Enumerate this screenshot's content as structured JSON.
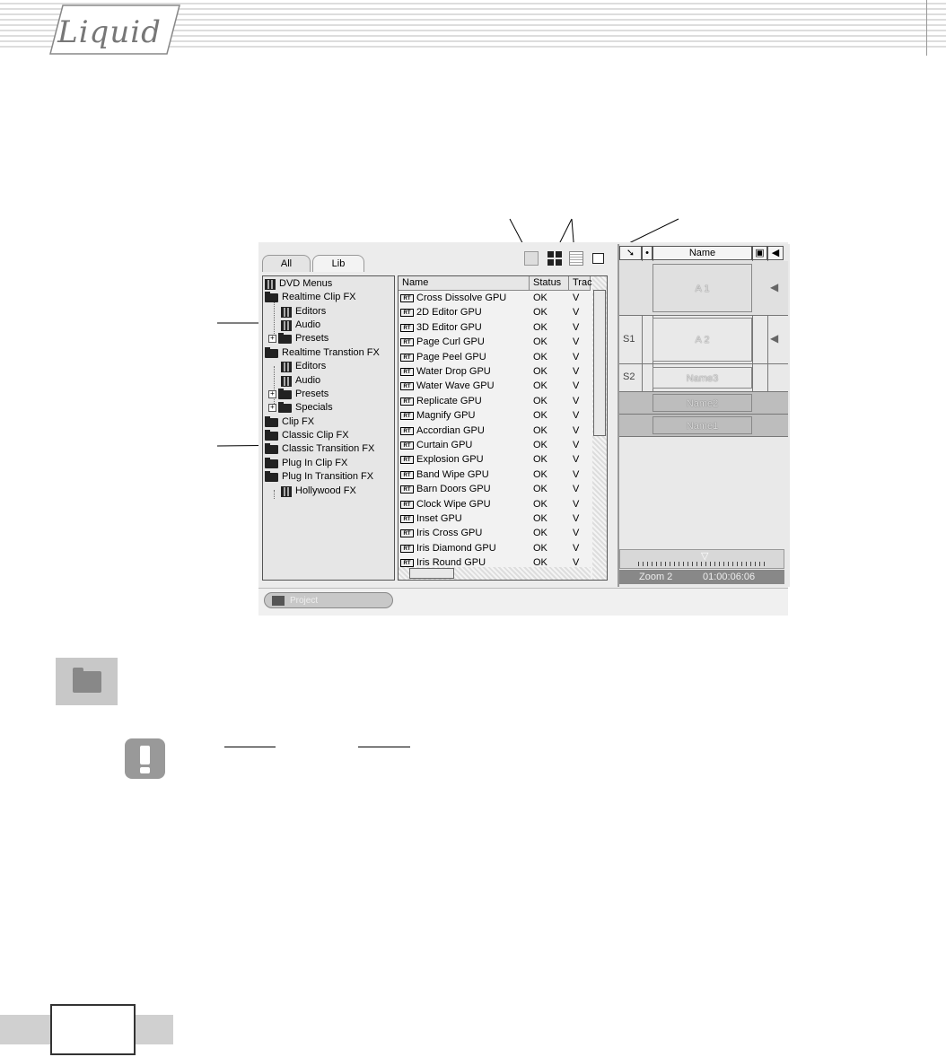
{
  "header": {
    "logo_text": "Liquid"
  },
  "screenshot": {
    "tabs": [
      {
        "label": "All"
      },
      {
        "label": "Lib"
      }
    ],
    "tree": [
      {
        "label": "DVD Menus",
        "icon": "film-icon"
      },
      {
        "label": "Realtime Clip FX",
        "icon": "open-folder-icon"
      },
      {
        "label": "Editors",
        "icon": "film-icon"
      },
      {
        "label": "Audio",
        "icon": "film-icon"
      },
      {
        "label": "Presets",
        "icon": "folder-icon"
      },
      {
        "label": "Realtime Transtion FX",
        "icon": "open-folder-icon"
      },
      {
        "label": "Editors",
        "icon": "film-icon"
      },
      {
        "label": "Audio",
        "icon": "film-icon"
      },
      {
        "label": "Presets",
        "icon": "folder-icon"
      },
      {
        "label": "Specials",
        "icon": "folder-icon"
      },
      {
        "label": "Clip FX",
        "icon": "folder-icon"
      },
      {
        "label": "Classic Clip FX",
        "icon": "folder-icon"
      },
      {
        "label": "Classic Transition FX",
        "icon": "folder-icon"
      },
      {
        "label": "Plug In Clip FX",
        "icon": "folder-icon"
      },
      {
        "label": "Plug In Transition FX",
        "icon": "open-folder-icon"
      },
      {
        "label": "Hollywood FX",
        "icon": "film-icon"
      }
    ],
    "list_columns": {
      "name": "Name",
      "status": "Status",
      "track": "Trac"
    },
    "rt_badge": "RT",
    "list_rows": [
      {
        "name": "Cross Dissolve GPU",
        "status": "OK",
        "track": "V"
      },
      {
        "name": "2D Editor GPU",
        "status": "OK",
        "track": "V"
      },
      {
        "name": "3D Editor GPU",
        "status": "OK",
        "track": "V"
      },
      {
        "name": "Page Curl GPU",
        "status": "OK",
        "track": "V"
      },
      {
        "name": "Page Peel GPU",
        "status": "OK",
        "track": "V"
      },
      {
        "name": "Water Drop GPU",
        "status": "OK",
        "track": "V"
      },
      {
        "name": "Water Wave GPU",
        "status": "OK",
        "track": "V"
      },
      {
        "name": "Replicate GPU",
        "status": "OK",
        "track": "V"
      },
      {
        "name": "Magnify GPU",
        "status": "OK",
        "track": "V"
      },
      {
        "name": "Accordian GPU",
        "status": "OK",
        "track": "V"
      },
      {
        "name": "Curtain GPU",
        "status": "OK",
        "track": "V"
      },
      {
        "name": "Explosion GPU",
        "status": "OK",
        "track": "V"
      },
      {
        "name": "Band Wipe GPU",
        "status": "OK",
        "track": "V"
      },
      {
        "name": "Barn Doors GPU",
        "status": "OK",
        "track": "V"
      },
      {
        "name": "Clock Wipe GPU",
        "status": "OK",
        "track": "V"
      },
      {
        "name": "Inset GPU",
        "status": "OK",
        "track": "V"
      },
      {
        "name": "Iris Cross GPU",
        "status": "OK",
        "track": "V"
      },
      {
        "name": "Iris Diamond GPU",
        "status": "OK",
        "track": "V"
      },
      {
        "name": "Iris Round GPU",
        "status": "OK",
        "track": "V"
      }
    ],
    "timeline": {
      "name_header": "Name",
      "tracks": [
        {
          "label": "",
          "clip": "A 1"
        },
        {
          "label": "S1",
          "clip": "A 2"
        },
        {
          "label": "S2",
          "clip": "Name3"
        },
        {
          "label": "",
          "clip": "Name2"
        },
        {
          "label": "",
          "clip": "Name1"
        }
      ],
      "zoom_label": "Zoom 2",
      "timecode": "01:00:06:06"
    },
    "status_bar": {
      "project_label": "Project"
    }
  }
}
